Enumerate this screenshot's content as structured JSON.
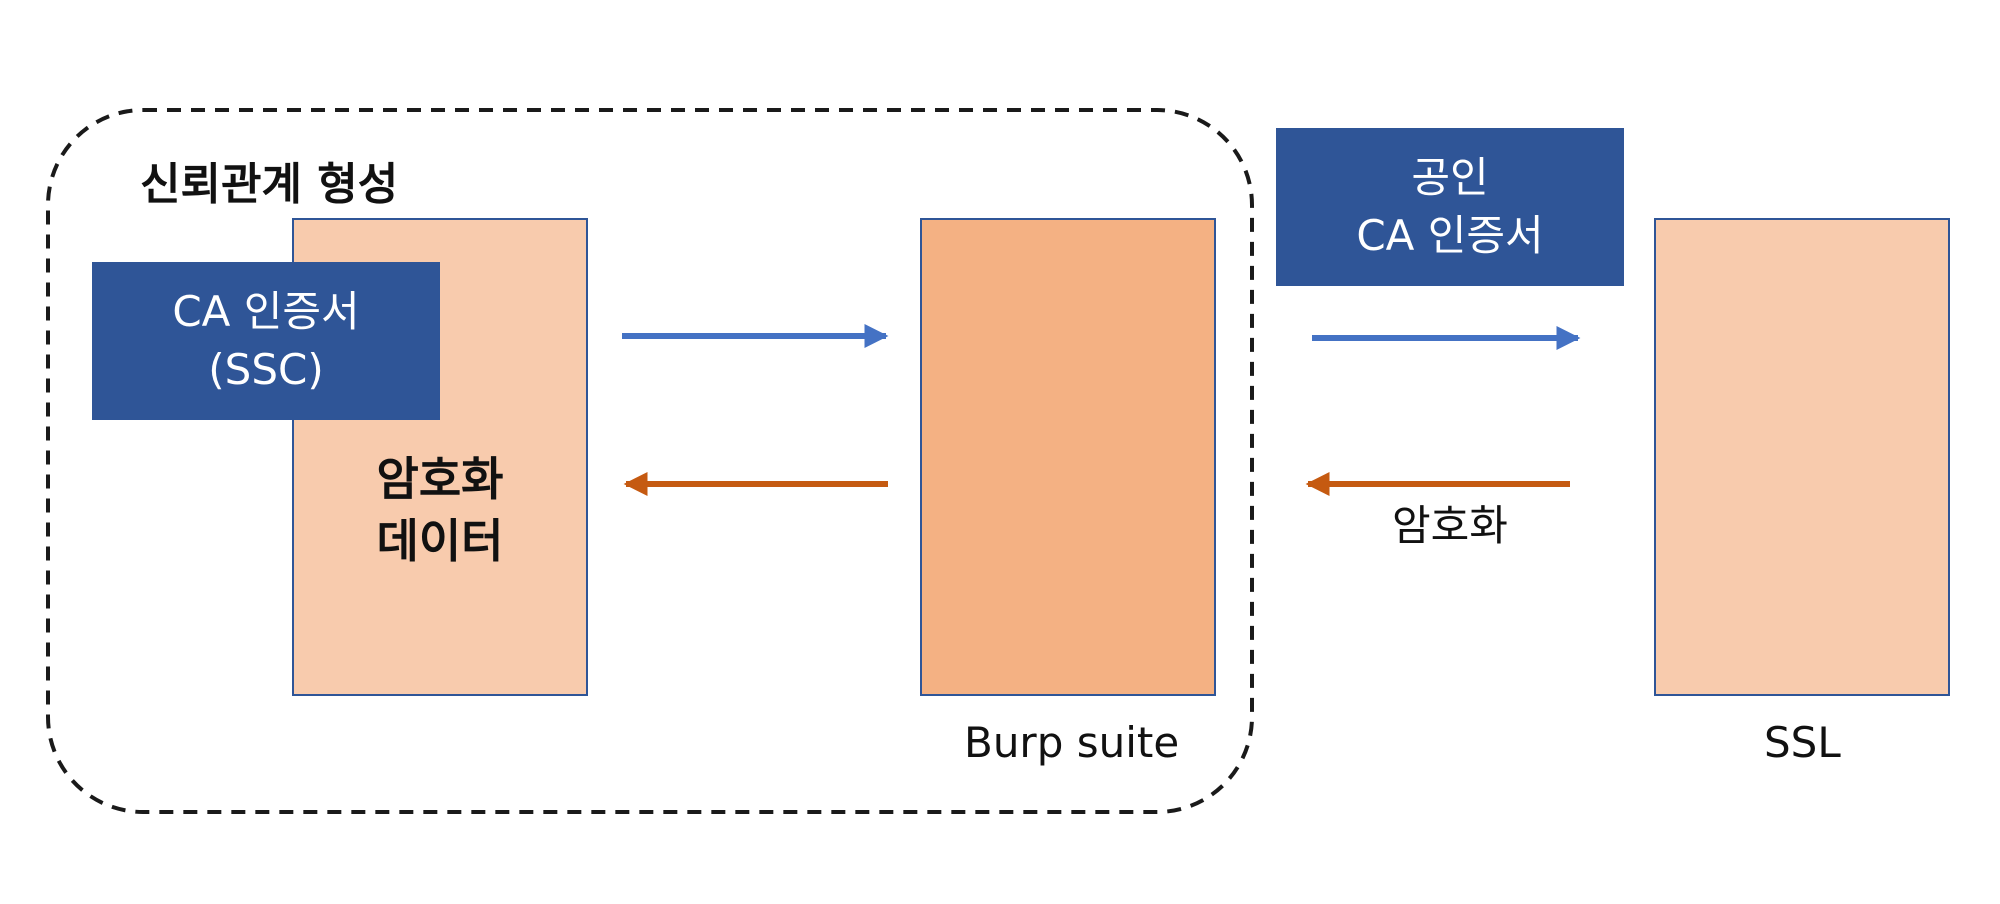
{
  "trust_group": {
    "title": "신뢰관계 형성"
  },
  "client": {
    "cert": {
      "line1": "CA 인증서",
      "line2": "(SSC)"
    },
    "data_label": {
      "line1": "암호화",
      "line2": "데이터"
    }
  },
  "burp": {
    "label": "Burp suite"
  },
  "public_cert": {
    "line1": "공인",
    "line2": "CA 인증서"
  },
  "ssl": {
    "label": "SSL"
  },
  "encrypted_label": "암호화",
  "colors": {
    "cert_fill": "#2f5597",
    "light_box": "#f8cbad",
    "proxy_box": "#f4b183",
    "box_border": "#2f5597",
    "request_arrow": "#4472c4",
    "response_arrow": "#c55a11",
    "dashed_border": "#1a1a1a"
  }
}
